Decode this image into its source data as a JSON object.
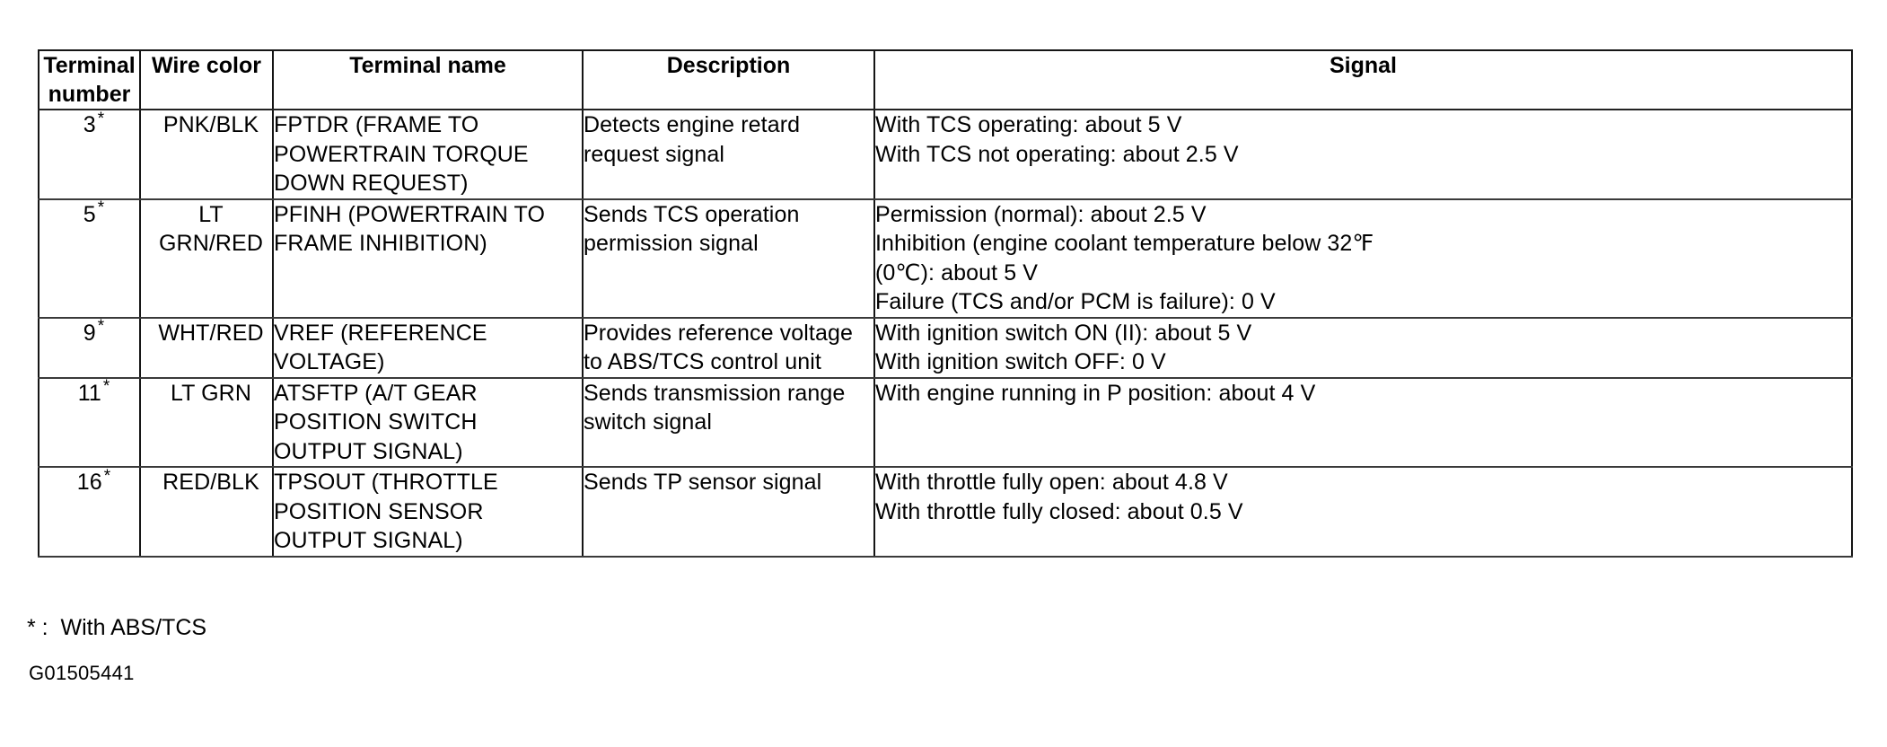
{
  "document": {
    "type": "wiring-terminal-table",
    "footnote": "* :  With ABS/TCS",
    "reference_code": "G01505441"
  },
  "table": {
    "columns": [
      {
        "key": "terminal_number",
        "header": "Terminal\nnumber"
      },
      {
        "key": "wire_color",
        "header": "Wire color"
      },
      {
        "key": "terminal_name",
        "header": "Terminal name"
      },
      {
        "key": "description",
        "header": "Description"
      },
      {
        "key": "signal",
        "header": "Signal"
      }
    ],
    "rows": [
      {
        "terminal_number": "3",
        "terminal_marker": "*",
        "wire_color": "PNK/BLK",
        "terminal_name": "FPTDR (FRAME TO\nPOWERTRAIN TORQUE\nDOWN REQUEST)",
        "description": "Detects engine retard\nrequest signal",
        "signal": "With TCS operating: about 5 V\nWith TCS not operating: about 2.5 V"
      },
      {
        "terminal_number": "5",
        "terminal_marker": "*",
        "wire_color": "LT GRN/RED",
        "terminal_name": "PFINH (POWERTRAIN TO\nFRAME INHIBITION)",
        "description": "Sends TCS operation\npermission signal",
        "signal": "Permission (normal): about 2.5 V\nInhibition (engine coolant temperature below 32℉\n(0℃): about 5 V\nFailure (TCS and/or PCM is failure): 0 V"
      },
      {
        "terminal_number": "9",
        "terminal_marker": "*",
        "wire_color": "WHT/RED",
        "terminal_name": "VREF (REFERENCE\nVOLTAGE)",
        "description": "Provides reference voltage\nto ABS/TCS control unit",
        "signal": "With ignition switch ON (II): about 5 V\nWith ignition switch OFF: 0 V"
      },
      {
        "terminal_number": "11",
        "terminal_marker": "*",
        "wire_color": "LT GRN",
        "terminal_name": "ATSFTP (A/T GEAR\nPOSITION SWITCH\nOUTPUT SIGNAL)",
        "description": "Sends transmission range\nswitch signal",
        "signal": "With engine running in P position: about 4 V"
      },
      {
        "terminal_number": "16",
        "terminal_marker": "*",
        "wire_color": "RED/BLK",
        "terminal_name": "TPSOUT (THROTTLE\nPOSITION SENSOR\nOUTPUT SIGNAL)",
        "description": "Sends TP sensor signal",
        "signal": "With throttle fully open: about 4.8 V\nWith throttle fully closed: about 0.5 V"
      }
    ]
  }
}
